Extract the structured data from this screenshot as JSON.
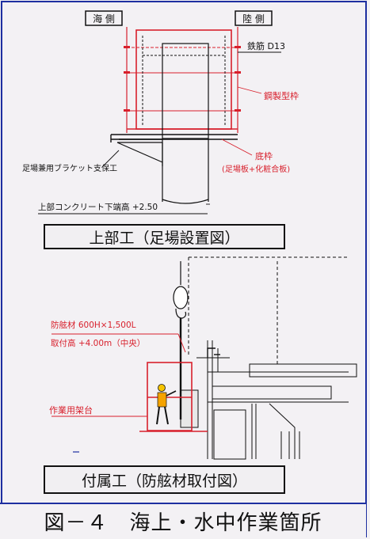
{
  "top_section": {
    "sea_side_label": "海 側",
    "land_side_label": "陸 側",
    "rebar_label": "鉄筋 D13",
    "steel_form_label": "鋼製型枠",
    "bottom_form_label": "底枠",
    "bottom_form_sub": "(足場板+化粧合板)",
    "bracket_label": "足場兼用ブラケット支保工",
    "concrete_level_label": "上部コンクリート下端高 +2.50"
  },
  "caption_top": "上部工（足場設置図）",
  "bottom_section": {
    "fender_spec_label": "防舷材 600H×1,500L",
    "mount_height_label": "取付高 +4.00m（中央）",
    "work_platform_label": "作業用架台"
  },
  "caption_bottom": "付属工（防舷材取付図）",
  "figure_title": "図－４　海上・水中作業箇所",
  "colors": {
    "frame_blue": "#1e2fa0",
    "drawing_red": "#d8202c",
    "ink": "#111111"
  }
}
